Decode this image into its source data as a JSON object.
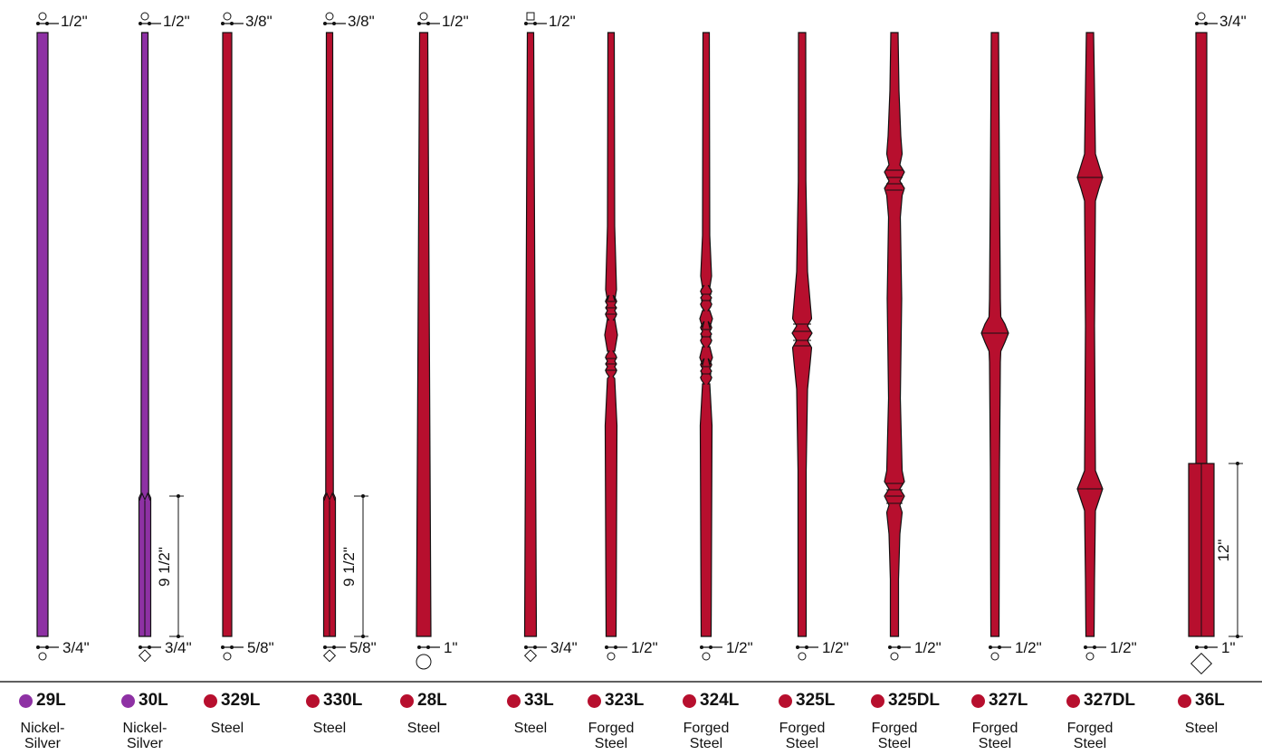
{
  "colors": {
    "nickel": "#8e31a4",
    "steel": "#b70f2e",
    "outline": "#111111",
    "rule": "#2a2a2a"
  },
  "balusters": [
    {
      "code": "29L",
      "material": "Nickel-\nSilver",
      "top_dim": "1/2\"",
      "bottom_dim": "3/4\"",
      "color": "nickel",
      "profile": "straight-square"
    },
    {
      "code": "30L",
      "material": "Nickel-\nSilver",
      "top_dim": "1/2\"",
      "bottom_dim": "3/4\"",
      "color": "nickel",
      "profile": "square-with-collar",
      "collar_dim": "9 1/2\""
    },
    {
      "code": "329L",
      "material": "Steel",
      "top_dim": "3/8\"",
      "bottom_dim": "5/8\"",
      "color": "steel",
      "profile": "straight-round"
    },
    {
      "code": "330L",
      "material": "Steel",
      "top_dim": "3/8\"",
      "bottom_dim": "5/8\"",
      "color": "steel",
      "profile": "square-with-collar",
      "collar_dim": "9 1/2\""
    },
    {
      "code": "28L",
      "material": "Steel",
      "top_dim": "1/2\"",
      "bottom_dim": "1\"",
      "color": "steel",
      "profile": "tapered-round"
    },
    {
      "code": "33L",
      "material": "Steel",
      "top_dim": "1/2\"",
      "bottom_dim": "3/4\"",
      "color": "steel",
      "profile": "tapered-square"
    },
    {
      "code": "323L",
      "material": "Forged\nSteel",
      "top_dim": "",
      "bottom_dim": "1/2\"",
      "color": "steel",
      "profile": "forged-twin-knuckle"
    },
    {
      "code": "324L",
      "material": "Forged\nSteel",
      "top_dim": "",
      "bottom_dim": "1/2\"",
      "color": "steel",
      "profile": "forged-triple-ring"
    },
    {
      "code": "325L",
      "material": "Forged\nSteel",
      "top_dim": "",
      "bottom_dim": "1/2\"",
      "color": "steel",
      "profile": "forged-single-bulb"
    },
    {
      "code": "325DL",
      "material": "Forged\nSteel",
      "top_dim": "",
      "bottom_dim": "1/2\"",
      "color": "steel",
      "profile": "forged-double-bulb"
    },
    {
      "code": "327L",
      "material": "Forged\nSteel",
      "top_dim": "",
      "bottom_dim": "1/2\"",
      "color": "steel",
      "profile": "forged-single-collar"
    },
    {
      "code": "327DL",
      "material": "Forged\nSteel",
      "top_dim": "",
      "bottom_dim": "1/2\"",
      "color": "steel",
      "profile": "forged-double-collar"
    },
    {
      "code": "36L",
      "material": "Steel",
      "top_dim": "3/4\"",
      "bottom_dim": "1\"",
      "color": "steel",
      "profile": "square-with-sleeve",
      "collar_dim": "12\""
    }
  ]
}
